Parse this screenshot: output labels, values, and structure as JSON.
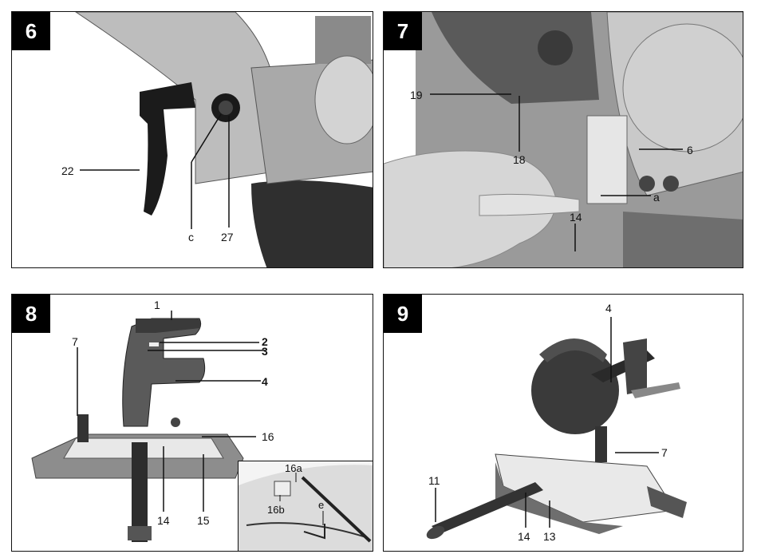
{
  "panels": {
    "p6": {
      "number": "6",
      "labels": {
        "l22": "22",
        "lc": "c",
        "l27": "27"
      },
      "icons": [
        "handle-lever-icon",
        "knob-icon",
        "saw-arm-icon"
      ]
    },
    "p7": {
      "number": "7",
      "labels": {
        "l19": "19",
        "l18": "18",
        "l6": "6",
        "la": "a",
        "l14": "14"
      },
      "icons": [
        "hand-icon",
        "saw-blade-icon",
        "warning-symbol-icon"
      ]
    },
    "p8": {
      "number": "8",
      "labels": {
        "l1": "1",
        "l2": "2",
        "l3": "3",
        "l4": "4",
        "l7": "7",
        "l16": "16",
        "l14": "14",
        "l15": "15"
      },
      "inset": {
        "l16a": "16a",
        "l16b": "16b",
        "le": "e"
      },
      "icons": [
        "miter-saw-icon",
        "allen-key-icon"
      ]
    },
    "p9": {
      "number": "9",
      "labels": {
        "l4": "4",
        "l7": "7",
        "l11": "11",
        "l14": "14",
        "l13": "13"
      },
      "icons": [
        "miter-saw-icon",
        "extension-rod-icon"
      ]
    }
  },
  "colors": {
    "badge": "#000000",
    "metal": "#b9b9b9",
    "dark": "#3a3a3a",
    "line": "#111111"
  }
}
